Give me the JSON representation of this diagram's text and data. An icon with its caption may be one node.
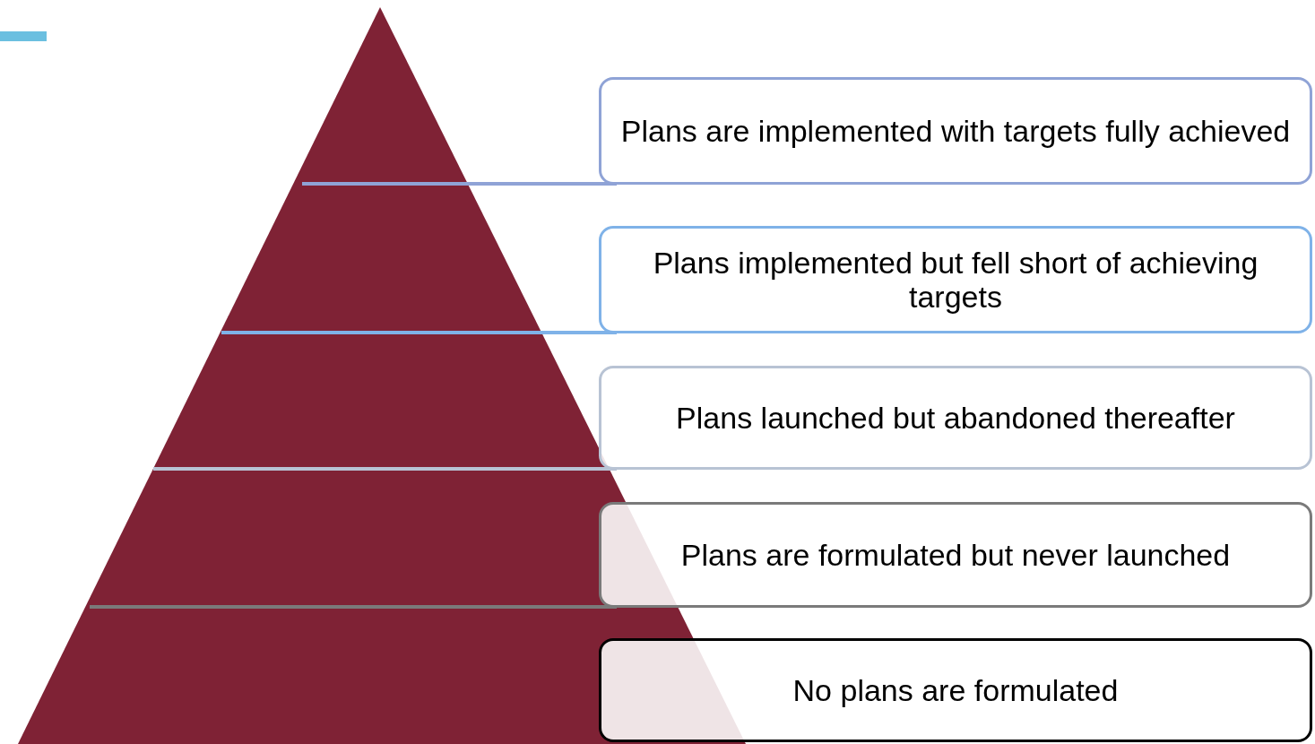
{
  "diagram": {
    "nodes": [
      {
        "text": [
          "Plans are implemented with targets fully achieved"
        ]
      },
      {
        "text": [
          "Plans implemented but fell short of achieving targets"
        ]
      },
      {
        "text": [
          "Plans launched but abandoned thereafter"
        ]
      },
      {
        "text": [
          "Plans are formulated but never launched"
        ]
      },
      {
        "text": [
          "No plans are formulated"
        ]
      }
    ]
  }
}
